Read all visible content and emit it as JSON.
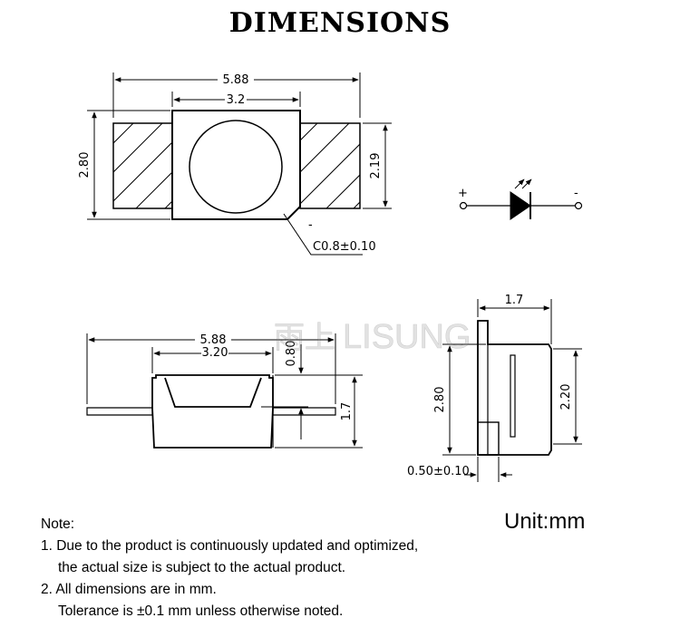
{
  "title": "DIMENSIONS",
  "watermark": "LISUNG",
  "watermark_logo_text": "雨上",
  "top_view": {
    "width_total": "5.88",
    "width_body": "3.2",
    "height_total": "2.80",
    "height_pad": "2.19",
    "chamfer": "C0.8±0.10",
    "cathode_mark": "-"
  },
  "symbol": {
    "plus": "+",
    "minus": "-"
  },
  "front_view": {
    "width_total": "5.88",
    "width_body": "3.20",
    "lens_depth": "0.80",
    "height": "1.7"
  },
  "side_view": {
    "depth": "1.7",
    "height_total": "2.80",
    "height_inner": "2.20",
    "pad": "0.50±0.10"
  },
  "notes": {
    "heading": "Note:",
    "line1": "1. Due to the product is continuously updated and optimized,",
    "line1b": "the actual size is subject to the actual product.",
    "line2": "2. All dimensions are in mm.",
    "line2b": "Tolerance is ±0.1 mm unless otherwise noted."
  },
  "unit_label": "Unit:mm"
}
